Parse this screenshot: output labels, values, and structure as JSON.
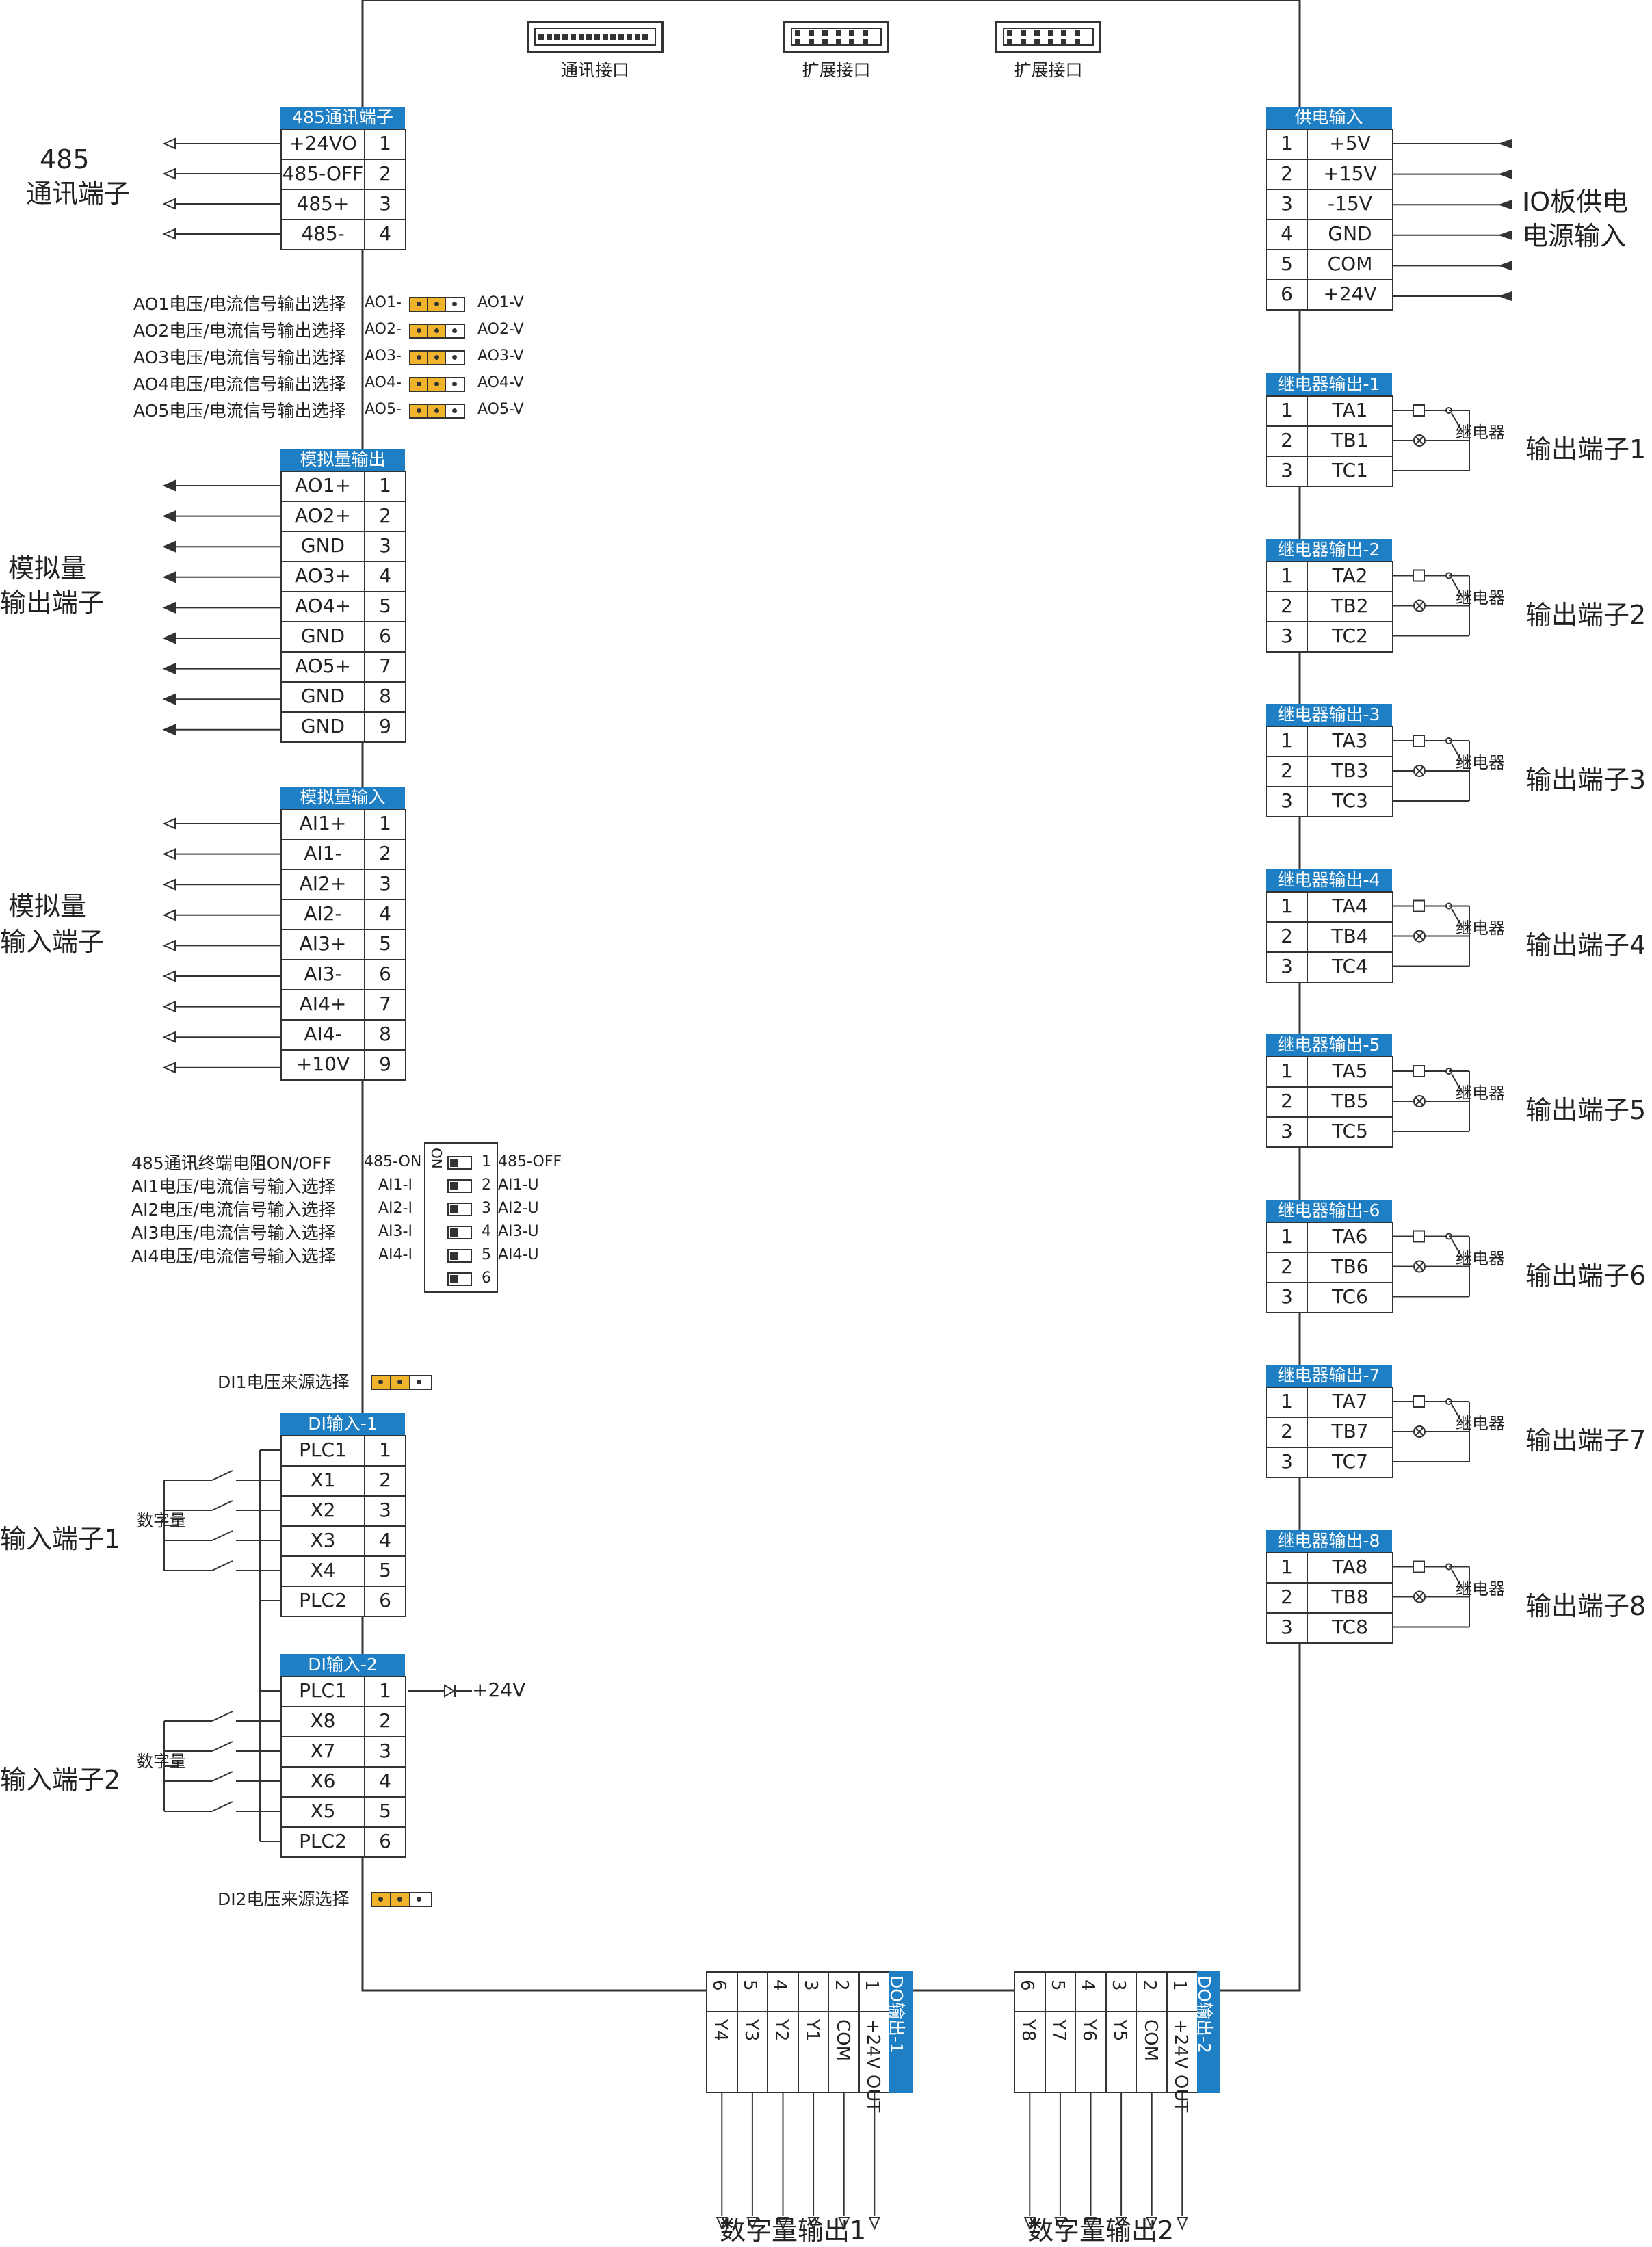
{
  "colors": {
    "header_blue": "#1f7fc4",
    "jumper_yellow": "#f0b32c",
    "line": "#333333"
  },
  "top_connectors": [
    {
      "label": "通讯接口"
    },
    {
      "label": "扩展接口"
    },
    {
      "label": "扩展接口"
    }
  ],
  "rs485": {
    "header": "485通讯端子",
    "side_label": [
      "485",
      "通讯端子"
    ],
    "rows": [
      [
        "+24VO",
        "1"
      ],
      [
        "485-OFF",
        "2"
      ],
      [
        "485+",
        "3"
      ],
      [
        "485-",
        "4"
      ]
    ]
  },
  "ao_jumpers": [
    {
      "desc": "AO1电压/电流信号输出选择",
      "left": "AO1-",
      "right": "AO1-V"
    },
    {
      "desc": "AO2电压/电流信号输出选择",
      "left": "AO2-",
      "right": "AO2-V"
    },
    {
      "desc": "AO3电压/电流信号输出选择",
      "left": "AO3-",
      "right": "AO3-V"
    },
    {
      "desc": "AO4电压/电流信号输出选择",
      "left": "AO4-",
      "right": "AO4-V"
    },
    {
      "desc": "AO5电压/电流信号输出选择",
      "left": "AO5-",
      "right": "AO5-V"
    }
  ],
  "analog_out": {
    "header": "模拟量输出",
    "side_label": [
      "模拟量",
      "输出端子"
    ],
    "rows": [
      [
        "AO1+",
        "1"
      ],
      [
        "AO2+",
        "2"
      ],
      [
        "GND",
        "3"
      ],
      [
        "AO3+",
        "4"
      ],
      [
        "AO4+",
        "5"
      ],
      [
        "GND",
        "6"
      ],
      [
        "AO5+",
        "7"
      ],
      [
        "GND",
        "8"
      ],
      [
        "GND",
        "9"
      ]
    ]
  },
  "analog_in": {
    "header": "模拟量输入",
    "side_label": [
      "模拟量",
      "输入端子"
    ],
    "rows": [
      [
        "AI1+",
        "1"
      ],
      [
        "AI1-",
        "2"
      ],
      [
        "AI2+",
        "3"
      ],
      [
        "AI2-",
        "4"
      ],
      [
        "AI3+",
        "5"
      ],
      [
        "AI3-",
        "6"
      ],
      [
        "AI4+",
        "7"
      ],
      [
        "AI4-",
        "8"
      ],
      [
        "+10V",
        "9"
      ]
    ]
  },
  "dip": {
    "on_label": "ON",
    "rows": [
      {
        "desc": "485通讯终端电阻ON/OFF",
        "left": "485-ON",
        "num": "1",
        "right": "485-OFF"
      },
      {
        "desc": "AI1电压/电流信号输入选择",
        "left": "AI1-I",
        "num": "2",
        "right": "AI1-U"
      },
      {
        "desc": "AI2电压/电流信号输入选择",
        "left": "AI2-I",
        "num": "3",
        "right": "AI2-U"
      },
      {
        "desc": "AI3电压/电流信号输入选择",
        "left": "AI3-I",
        "num": "4",
        "right": "AI3-U"
      },
      {
        "desc": "AI4电压/电流信号输入选择",
        "left": "AI4-I",
        "num": "5",
        "right": "AI4-U"
      },
      {
        "desc": "",
        "left": "",
        "num": "6",
        "right": ""
      }
    ]
  },
  "di1_select": "DI1电压来源选择",
  "di2_select": "DI2电压来源选择",
  "di1": {
    "header": "DI输入-1",
    "side_label": "输入端子1",
    "group_label": "数字量",
    "rows": [
      [
        "PLC1",
        "1"
      ],
      [
        "X1",
        "2"
      ],
      [
        "X2",
        "3"
      ],
      [
        "X3",
        "4"
      ],
      [
        "X4",
        "5"
      ],
      [
        "PLC2",
        "6"
      ]
    ]
  },
  "di2": {
    "header": "DI输入-2",
    "side_label": "输入端子2",
    "group_label": "数字量",
    "supply": "+24V",
    "rows": [
      [
        "PLC1",
        "1"
      ],
      [
        "X8",
        "2"
      ],
      [
        "X7",
        "3"
      ],
      [
        "X6",
        "4"
      ],
      [
        "X5",
        "5"
      ],
      [
        "PLC2",
        "6"
      ]
    ]
  },
  "power": {
    "header": "供电输入",
    "side_label": [
      "IO板供电",
      "电源输入"
    ],
    "rows": [
      [
        "1",
        "+5V"
      ],
      [
        "2",
        "+15V"
      ],
      [
        "3",
        "-15V"
      ],
      [
        "4",
        "GND"
      ],
      [
        "5",
        "COM"
      ],
      [
        "6",
        "+24V"
      ]
    ]
  },
  "relays": [
    {
      "header": "继电器输出-1",
      "rows": [
        [
          "1",
          "TA1"
        ],
        [
          "2",
          "TB1"
        ],
        [
          "3",
          "TC1"
        ]
      ],
      "relay_label": "继电器",
      "side_label": "输出端子1"
    },
    {
      "header": "继电器输出-2",
      "rows": [
        [
          "1",
          "TA2"
        ],
        [
          "2",
          "TB2"
        ],
        [
          "3",
          "TC2"
        ]
      ],
      "relay_label": "继电器",
      "side_label": "输出端子2"
    },
    {
      "header": "继电器输出-3",
      "rows": [
        [
          "1",
          "TA3"
        ],
        [
          "2",
          "TB3"
        ],
        [
          "3",
          "TC3"
        ]
      ],
      "relay_label": "继电器",
      "side_label": "输出端子3"
    },
    {
      "header": "继电器输出-4",
      "rows": [
        [
          "1",
          "TA4"
        ],
        [
          "2",
          "TB4"
        ],
        [
          "3",
          "TC4"
        ]
      ],
      "relay_label": "继电器",
      "side_label": "输出端子4"
    },
    {
      "header": "继电器输出-5",
      "rows": [
        [
          "1",
          "TA5"
        ],
        [
          "2",
          "TB5"
        ],
        [
          "3",
          "TC5"
        ]
      ],
      "relay_label": "继电器",
      "side_label": "输出端子5"
    },
    {
      "header": "继电器输出-6",
      "rows": [
        [
          "1",
          "TA6"
        ],
        [
          "2",
          "TB6"
        ],
        [
          "3",
          "TC6"
        ]
      ],
      "relay_label": "继电器",
      "side_label": "输出端子6"
    },
    {
      "header": "继电器输出-7",
      "rows": [
        [
          "1",
          "TA7"
        ],
        [
          "2",
          "TB7"
        ],
        [
          "3",
          "TC7"
        ]
      ],
      "relay_label": "继电器",
      "side_label": "输出端子7"
    },
    {
      "header": "继电器输出-8",
      "rows": [
        [
          "1",
          "TA8"
        ],
        [
          "2",
          "TB8"
        ],
        [
          "3",
          "TC8"
        ]
      ],
      "relay_label": "继电器",
      "side_label": "输出端子8"
    }
  ],
  "do1": {
    "header": "DO输出-1",
    "side_label": "数字量输出1",
    "cols": [
      [
        "6",
        "Y4"
      ],
      [
        "5",
        "Y3"
      ],
      [
        "4",
        "Y2"
      ],
      [
        "3",
        "Y1"
      ],
      [
        "2",
        "COM"
      ],
      [
        "1",
        "+24V OUT"
      ]
    ]
  },
  "do2": {
    "header": "DO输出-2",
    "side_label": "数字量输出2",
    "cols": [
      [
        "6",
        "Y8"
      ],
      [
        "5",
        "Y7"
      ],
      [
        "4",
        "Y6"
      ],
      [
        "3",
        "Y5"
      ],
      [
        "2",
        "COM"
      ],
      [
        "1",
        "+24V OUT"
      ]
    ]
  }
}
